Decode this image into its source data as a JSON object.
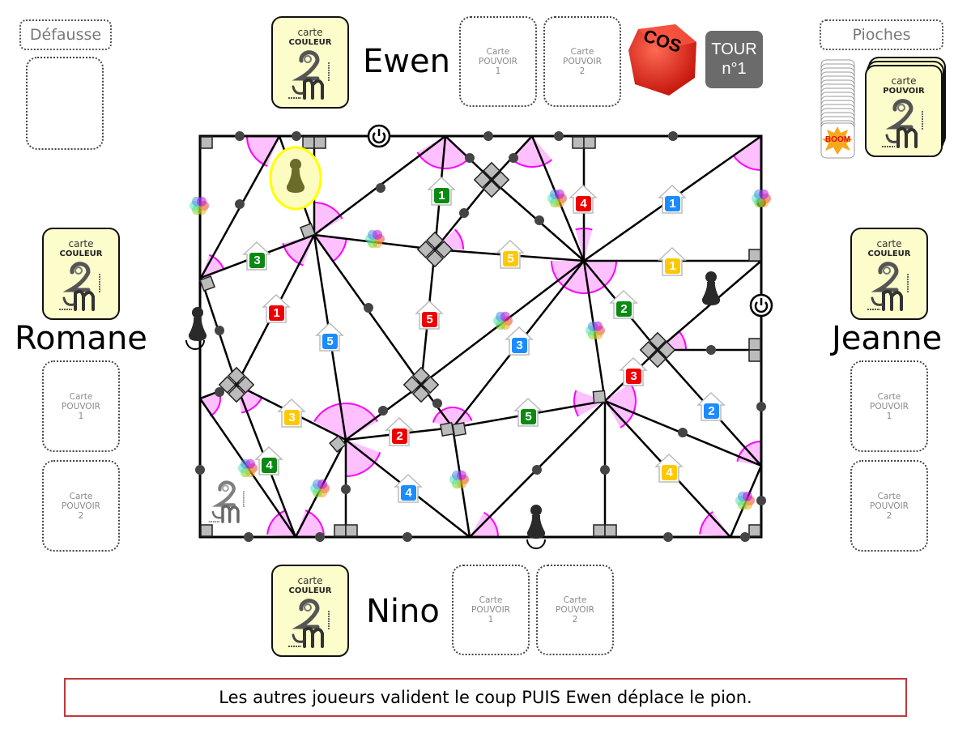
{
  "discard": {
    "label": "Défausse"
  },
  "draw_piles": {
    "label": "Pioches",
    "boom_label": "BOOM",
    "power_deck": {
      "line1": "carte",
      "line2": "POUVOIR"
    }
  },
  "color_card": {
    "line1": "carte",
    "line2": "COULEUR"
  },
  "logo_text": {
    "bottom": "création",
    "side": "REM CAIN"
  },
  "power_slot": {
    "line1": "Carte",
    "line2": "POUVOIR",
    "n1": "1",
    "n2": "2"
  },
  "players": {
    "top": "Ewen",
    "left": "Romane",
    "right": "Jeanne",
    "bottom": "Nino"
  },
  "dice": {
    "face_label": "COS",
    "color": "#e8261c"
  },
  "turn": {
    "line1": "TOUR",
    "line2": "n°1"
  },
  "message": "Les autres joueurs valident le coup PUIS Ewen déplace le pion.",
  "colors": {
    "red": "#ee0000",
    "green": "#0a8a12",
    "blue": "#1a8cff",
    "yellow": "#ffc800",
    "wedge": "#ffc0ff",
    "wedge_edge": "#ff00ff",
    "highlight": "#ffff00"
  },
  "board": {
    "houses": [
      {
        "number": "1",
        "color": "green"
      },
      {
        "number": "4",
        "color": "red"
      },
      {
        "number": "1",
        "color": "blue"
      },
      {
        "number": "3",
        "color": "green"
      },
      {
        "number": "5",
        "color": "yellow"
      },
      {
        "number": "1",
        "color": "yellow"
      },
      {
        "number": "1",
        "color": "red"
      },
      {
        "number": "5",
        "color": "red"
      },
      {
        "number": "2",
        "color": "green"
      },
      {
        "number": "5",
        "color": "blue"
      },
      {
        "number": "3",
        "color": "blue"
      },
      {
        "number": "3",
        "color": "red"
      },
      {
        "number": "3",
        "color": "yellow"
      },
      {
        "number": "2",
        "color": "red"
      },
      {
        "number": "5",
        "color": "green"
      },
      {
        "number": "2",
        "color": "blue"
      },
      {
        "number": "4",
        "color": "green"
      },
      {
        "number": "4",
        "color": "blue"
      },
      {
        "number": "4",
        "color": "yellow"
      }
    ],
    "active_pawn": "Ewen"
  }
}
